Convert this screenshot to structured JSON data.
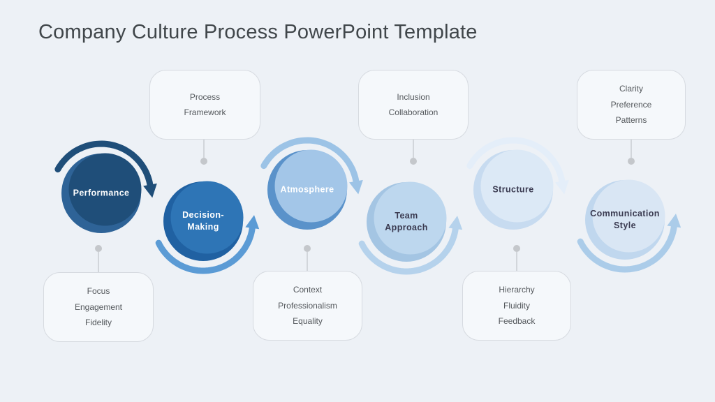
{
  "slide": {
    "title": "Company Culture Process PowerPoint Template",
    "title_color": "#40464a",
    "background_color": "#edf1f6"
  },
  "diagram": {
    "connector_color": "#c9cdd2",
    "dot_color": "#c4c7cb",
    "units": [
      {
        "id": "performance",
        "label_lines": [
          "Performance"
        ],
        "circle_color": "#1f4e79",
        "shade_color": "#2e6397",
        "arrow_color": "#1f4e79",
        "label_color": "#ffffff",
        "arrow_side": "top"
      },
      {
        "id": "decision-making",
        "label_lines": [
          "Decision-",
          "Making"
        ],
        "circle_color": "#2e75b6",
        "shade_color": "#2061a2",
        "arrow_color": "#5b9bd5",
        "label_color": "#ffffff",
        "arrow_side": "bottom"
      },
      {
        "id": "atmosphere",
        "label_lines": [
          "Atmosphere"
        ],
        "circle_color": "#a3c6e8",
        "shade_color": "#5a92ca",
        "arrow_color": "#9cc3e6",
        "label_color": "#ffffff",
        "arrow_side": "top"
      },
      {
        "id": "team-approach",
        "label_lines": [
          "Team",
          "Approach"
        ],
        "circle_color": "#bdd7ee",
        "shade_color": "#a4c5e3",
        "arrow_color": "#b5d2ec",
        "label_color": "#3a3a50",
        "arrow_side": "bottom"
      },
      {
        "id": "structure",
        "label_lines": [
          "Structure"
        ],
        "circle_color": "#dce9f6",
        "shade_color": "#c7dbf0",
        "arrow_color": "#e4eef9",
        "label_color": "#3a3a50",
        "arrow_side": "top"
      },
      {
        "id": "communication-style",
        "label_lines": [
          "Communication",
          "Style"
        ],
        "circle_color": "#d9e6f4",
        "shade_color": "#c0d7ee",
        "arrow_color": "#abcce9",
        "label_color": "#3a3a50",
        "arrow_side": "bottom"
      }
    ],
    "callouts": [
      {
        "id": "process-framework",
        "row": "top",
        "lines": [
          "Process",
          "Framework"
        ]
      },
      {
        "id": "inclusion-collaboration",
        "row": "top",
        "lines": [
          "Inclusion",
          "Collaboration"
        ]
      },
      {
        "id": "clarity-preference-patterns",
        "row": "top",
        "lines": [
          "Clarity",
          "Preference",
          "Patterns"
        ]
      },
      {
        "id": "focus-engagement-fidelity",
        "row": "bottom",
        "lines": [
          "Focus",
          "Engagement",
          "Fidelity"
        ]
      },
      {
        "id": "context-professionalism-equality",
        "row": "bottom",
        "lines": [
          "Context",
          "Professionalism",
          "Equality"
        ]
      },
      {
        "id": "hierarchy-fluidity-feedback",
        "row": "bottom",
        "lines": [
          "Hierarchy",
          "Fluidity",
          "Feedback"
        ]
      }
    ]
  }
}
